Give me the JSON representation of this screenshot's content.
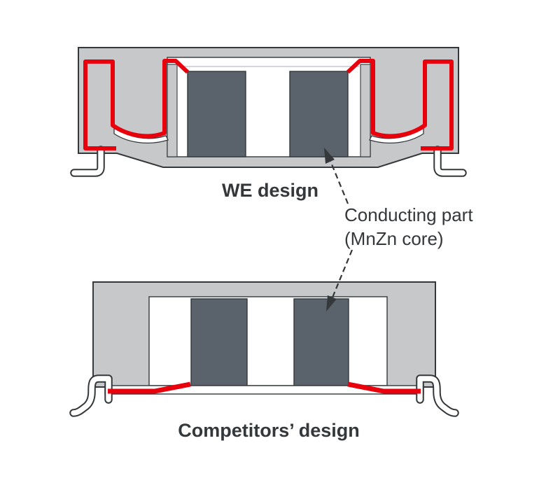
{
  "figure": {
    "labels": {
      "top_design": "WE design",
      "bottom_design": "Competitors’ design",
      "annotation_line1": "Conducting part",
      "annotation_line2": "(MnZn core)"
    },
    "colors": {
      "body_gray": "#c6c8ca",
      "core_gray": "#5a626b",
      "highlight_red": "#e8000d",
      "outline": "#34383b",
      "text": "#34383b",
      "background": "#ffffff"
    }
  }
}
